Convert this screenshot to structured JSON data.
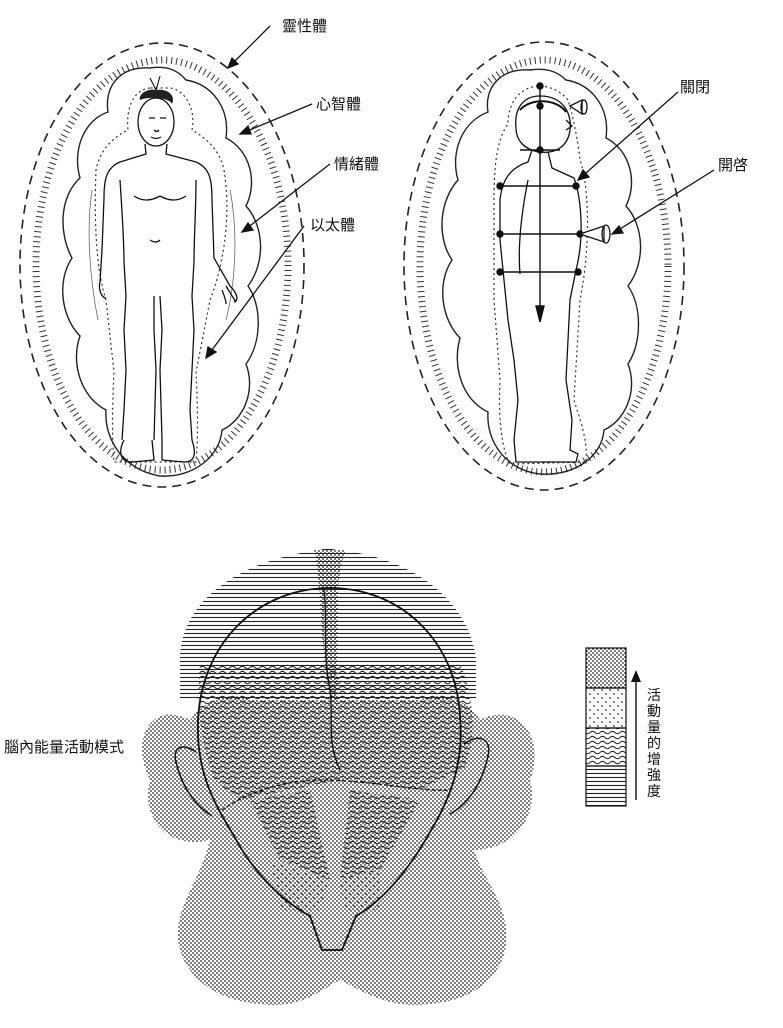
{
  "front_figure": {
    "labels": [
      "靈性體",
      "心智體",
      "情緒體",
      "以太體"
    ]
  },
  "side_figure": {
    "labels": [
      "關閉",
      "開啓"
    ]
  },
  "brain": {
    "caption": "腦內能量活動模式",
    "legend_label": "活動量的增強度",
    "legend_levels": 4
  }
}
